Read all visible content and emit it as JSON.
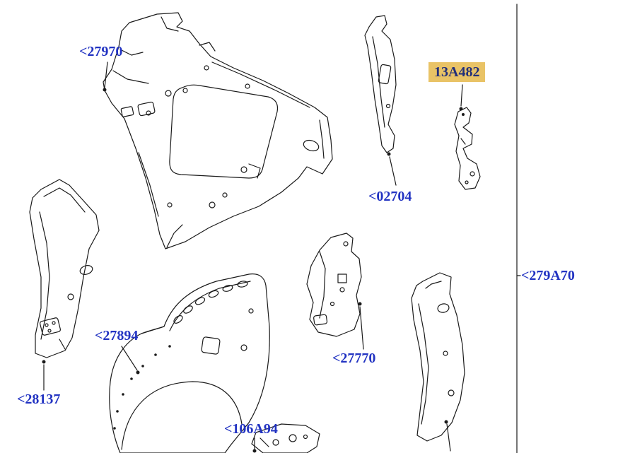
{
  "diagram": {
    "type": "vehicle-body-parts-exploded-diagram",
    "labels": [
      {
        "part": "27970",
        "text": "<27970",
        "highlighted": false
      },
      {
        "part": "13A482",
        "text": "13A482",
        "highlighted": true
      },
      {
        "part": "02704",
        "text": "<02704",
        "highlighted": false
      },
      {
        "part": "279A70",
        "text": "<279A70",
        "highlighted": false
      },
      {
        "part": "27894",
        "text": "<27894",
        "highlighted": false
      },
      {
        "part": "27770",
        "text": "<27770",
        "highlighted": false
      },
      {
        "part": "28137",
        "text": "<28137",
        "highlighted": false
      },
      {
        "part": "106A94",
        "text": "<106A94",
        "highlighted": false
      }
    ],
    "colors": {
      "label_text": "#2233c2",
      "highlight_background": "#e9c366",
      "highlight_text": "#222f7a",
      "line": "#1a1a1a",
      "background": "#ffffff"
    }
  }
}
